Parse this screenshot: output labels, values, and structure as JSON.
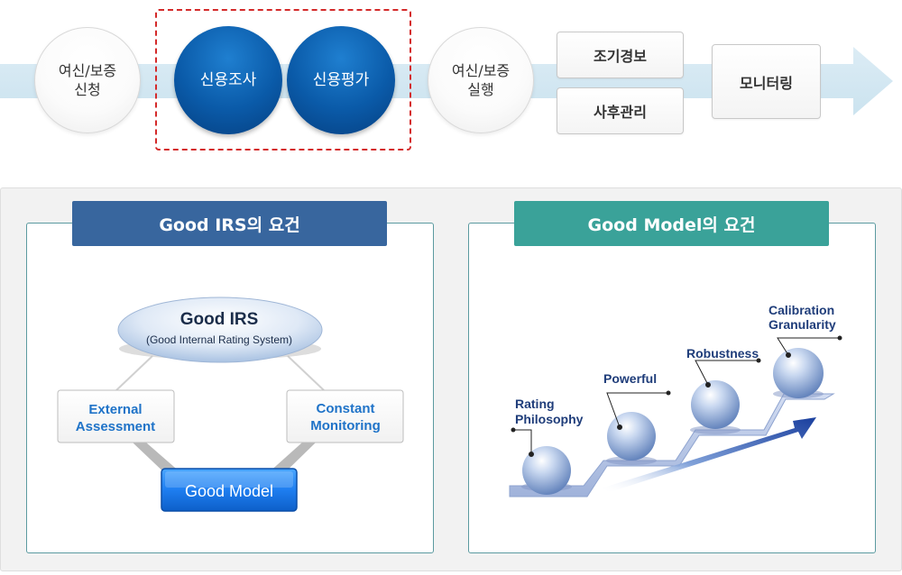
{
  "process": {
    "steps": [
      {
        "label": "여신/보증\n신청",
        "style": "light"
      },
      {
        "label": "신용조사",
        "style": "dark",
        "highlighted": true
      },
      {
        "label": "신용평가",
        "style": "dark",
        "highlighted": true
      },
      {
        "label": "여신/보증\n실행",
        "style": "light"
      },
      {
        "label": "조기경보",
        "style": "box"
      },
      {
        "label": "사후관리",
        "style": "box"
      },
      {
        "label": "모니터링",
        "style": "box"
      }
    ],
    "arrow_color": "#d3e9f3",
    "highlight_color": "#d42a2a"
  },
  "left_card": {
    "header": "Good IRS의 요건",
    "header_color": "#38669e",
    "top_ellipse_title": "Good IRS",
    "top_ellipse_subtitle": "(Good Internal Rating System)",
    "left_box": [
      "External",
      "Assessment"
    ],
    "right_box": [
      "Constant",
      "Monitoring"
    ],
    "bottom_button": "Good Model"
  },
  "right_card": {
    "header": "Good Model의 요건",
    "header_color": "#3aa299",
    "stairs": [
      {
        "label": [
          "Rating",
          "Philosophy"
        ]
      },
      {
        "label": [
          "Powerful"
        ]
      },
      {
        "label": [
          "Robustness"
        ]
      },
      {
        "label": [
          "Calibration",
          "Granularity"
        ]
      }
    ]
  }
}
